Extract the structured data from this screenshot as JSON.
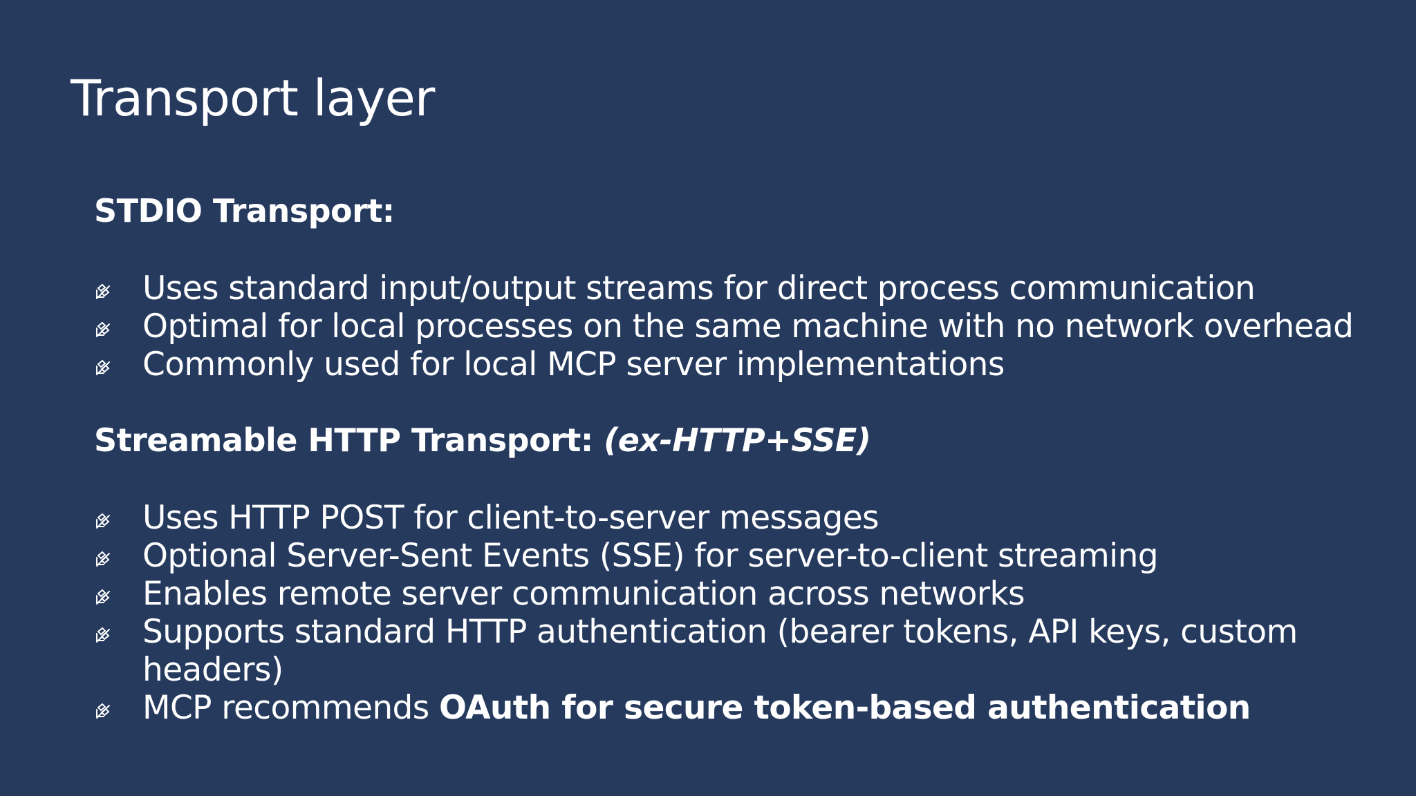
{
  "slide": {
    "title": "Transport layer",
    "background_color": "#263a5e",
    "text_color": "#ffffff",
    "bullet_icon": "crossed-link-icon"
  },
  "sections": [
    {
      "heading": "STDIO Transport:",
      "heading_sub": "",
      "bullets": [
        {
          "text": "Uses standard input/output streams for direct process communication",
          "strong": ""
        },
        {
          "text": "Optimal for local processes on the same machine with no network overhead",
          "strong": ""
        },
        {
          "text": "Commonly used for local MCP server implementations",
          "strong": ""
        }
      ]
    },
    {
      "heading": "Streamable HTTP Transport: ",
      "heading_sub": "(ex-HTTP+SSE)",
      "bullets": [
        {
          "text": "Uses HTTP POST for client-to-server messages",
          "strong": ""
        },
        {
          "text": "Optional Server-Sent Events (SSE) for server-to-client streaming",
          "strong": ""
        },
        {
          "text": "Enables remote server communication across networks",
          "strong": ""
        },
        {
          "text": "Supports standard HTTP authentication (bearer tokens, API keys, custom headers)",
          "strong": ""
        },
        {
          "text": "MCP recommends ",
          "strong": "OAuth for secure token-based authentication"
        }
      ]
    }
  ]
}
